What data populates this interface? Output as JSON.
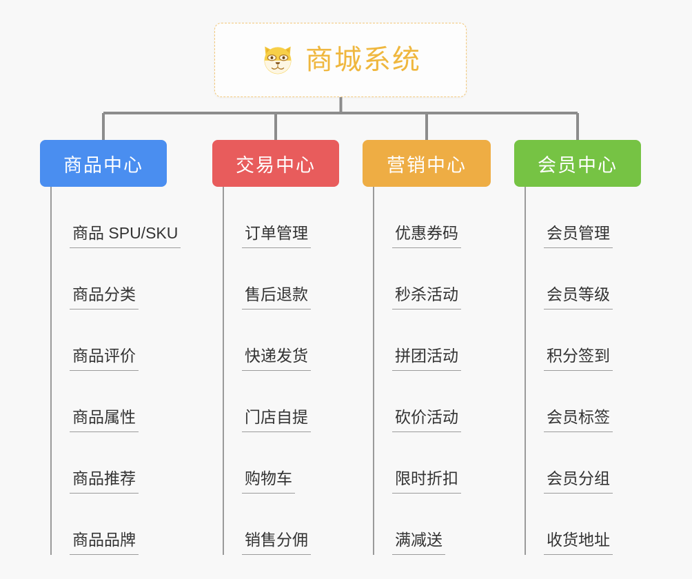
{
  "diagram": {
    "type": "mindmap",
    "title": "商城系统",
    "root": {
      "label": "商城系统",
      "icon": "shiba-dog-emoji",
      "text_color": "#efb73e",
      "border_color": "#f3c87a",
      "background": "#fdfdfd"
    },
    "canvas_background": "#f8f8f8",
    "connector_color": "#8c8c8c",
    "leaf_line_color": "#9a9a9a",
    "leaf_text_color": "#333333",
    "branches": [
      {
        "label": "商品中心",
        "color": "#4a8ef0",
        "items": [
          "商品 SPU/SKU",
          "商品分类",
          "商品评价",
          "商品属性",
          "商品推荐",
          "商品品牌"
        ]
      },
      {
        "label": "交易中心",
        "color": "#e85c5c",
        "items": [
          "订单管理",
          "售后退款",
          "快递发货",
          "门店自提",
          "购物车",
          "销售分佣"
        ]
      },
      {
        "label": "营销中心",
        "color": "#eead44",
        "items": [
          "优惠券码",
          "秒杀活动",
          "拼团活动",
          "砍价活动",
          "限时折扣",
          "满减送"
        ]
      },
      {
        "label": "会员中心",
        "color": "#76c344",
        "items": [
          "会员管理",
          "会员等级",
          "积分签到",
          "会员标签",
          "会员分组",
          "收货地址"
        ]
      }
    ]
  }
}
